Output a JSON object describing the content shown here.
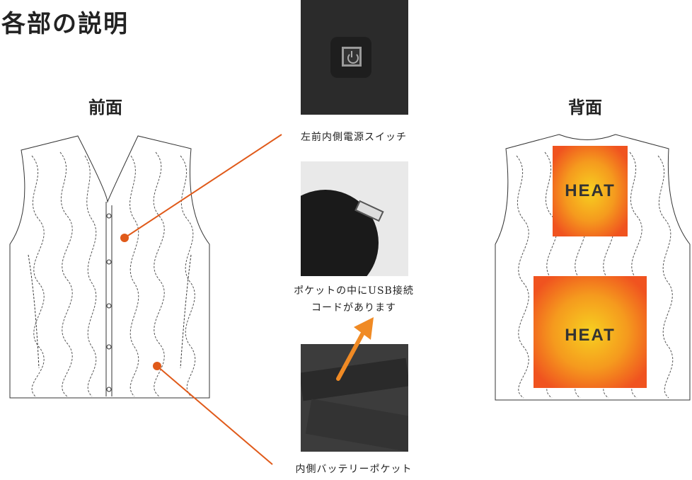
{
  "title": "各部の説明",
  "front_label": "前面",
  "back_label": "背面",
  "captions": {
    "switch": "左前内側電源スイッチ",
    "usb_line1": "ポケットの中にUSB接続",
    "usb_line2": "コードがあります",
    "pocket": "内側バッテリーポケット"
  },
  "heat_labels": [
    "HEAT",
    "HEAT"
  ],
  "colors": {
    "leader": "#e05a1a",
    "arrow": "#f08a24",
    "heat_outer": "#f0531f",
    "heat_inner": "#f7d020"
  }
}
